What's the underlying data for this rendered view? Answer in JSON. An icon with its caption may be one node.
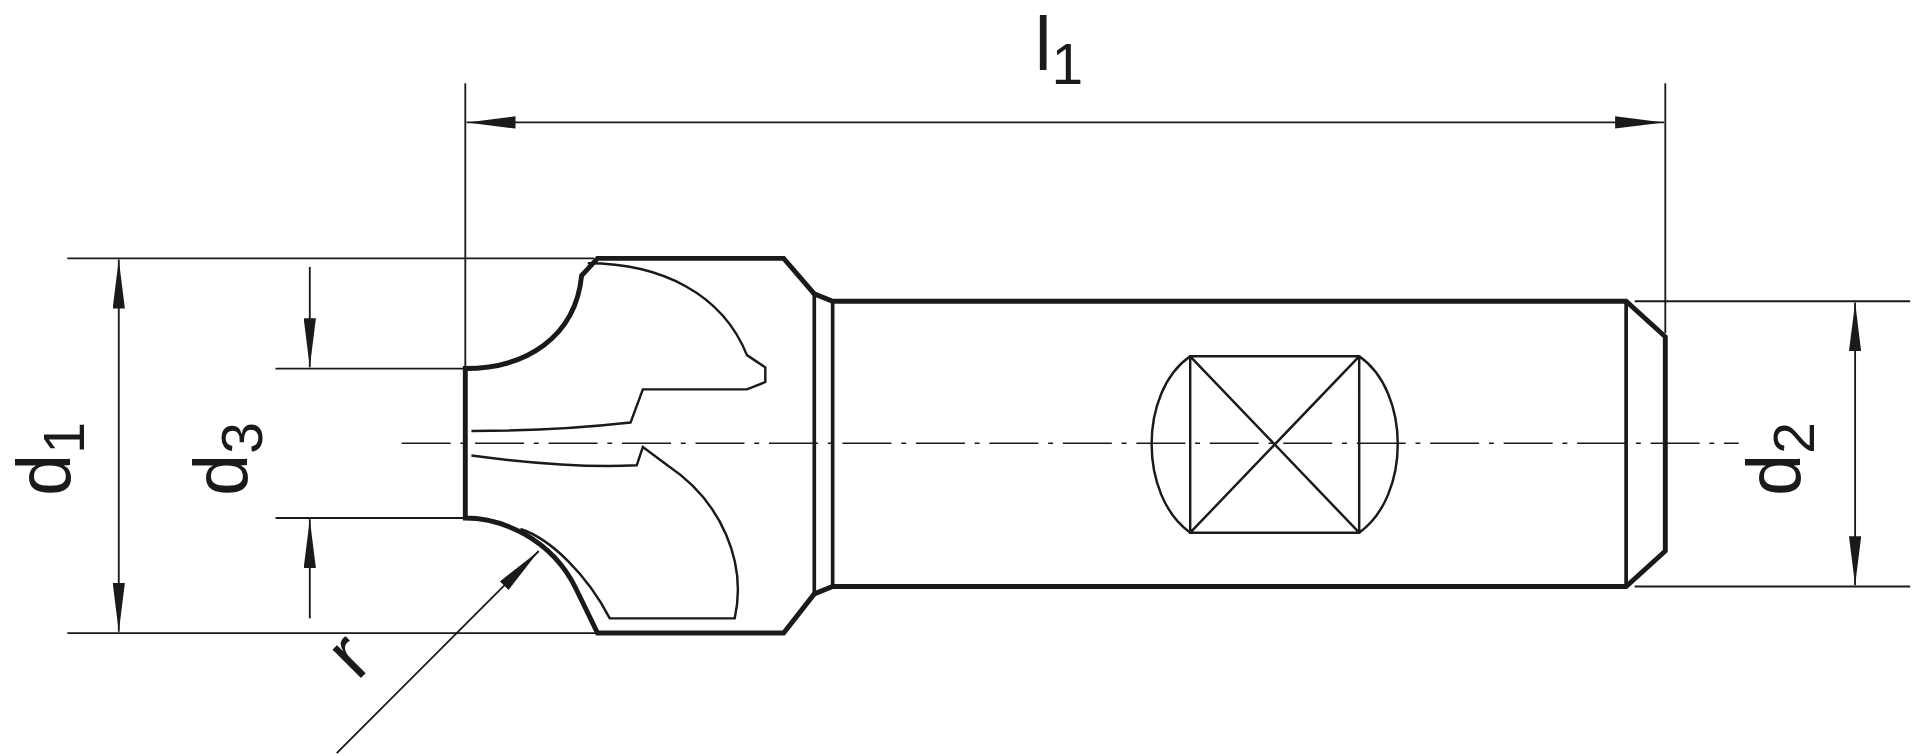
{
  "diagram": {
    "labels": [
      "l$_{1}$",
      "d$_{1}$",
      "d$_{3}$",
      "d$_{2}$",
      "r"
    ]
  }
}
